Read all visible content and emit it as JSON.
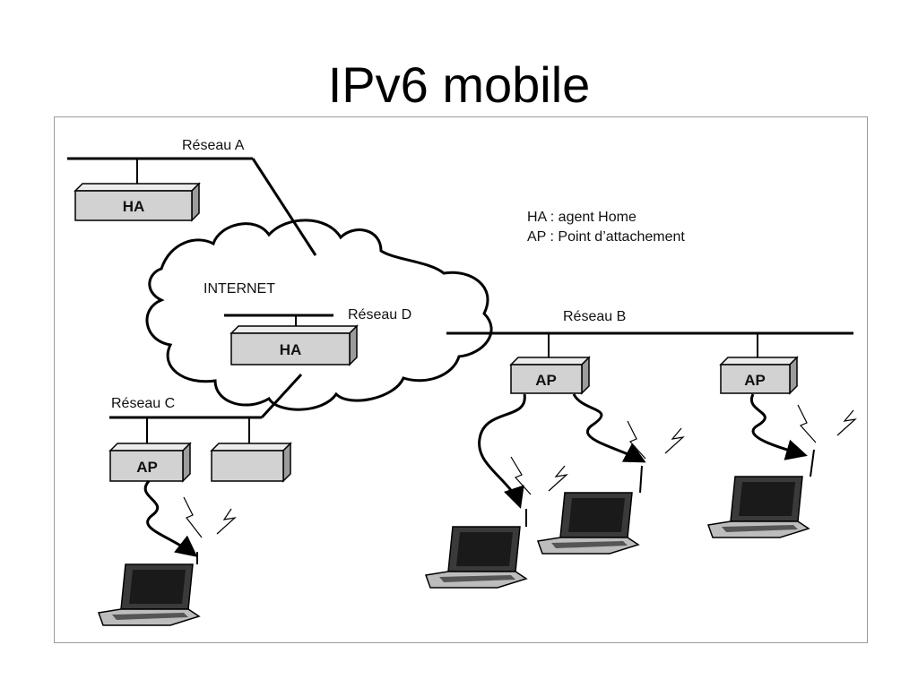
{
  "title": "IPv6 mobile",
  "labels": {
    "reseau_a": "Réseau A",
    "reseau_b": "Réseau B",
    "reseau_c": "Réseau C",
    "reseau_d": "Réseau D",
    "internet": "INTERNET"
  },
  "legend": {
    "ha": "HA : agent Home",
    "ap": "AP : Point d’attachement"
  },
  "nodes": {
    "ha_a": "HA",
    "ha_d": "HA",
    "ap_c": "AP",
    "ap_b1": "AP",
    "ap_b2": "AP"
  },
  "colors": {
    "box_face": "#d2d2d2",
    "box_top": "#ececec",
    "box_side": "#9c9c9c",
    "line": "#000000"
  }
}
